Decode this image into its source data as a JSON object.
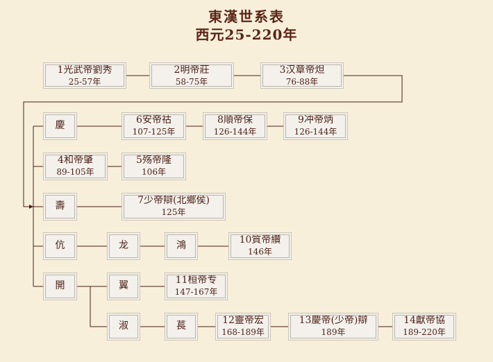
{
  "title": "東漢世系表",
  "subtitle": "西元25-220年",
  "nodes": {
    "guangwu": {
      "name": "1光武帝劉秀",
      "years": "25-57年"
    },
    "ming": {
      "name": "2明帝莊",
      "years": "58-75年"
    },
    "zhang": {
      "name": "3汉章帝炟",
      "years": "76-88年"
    },
    "qing": {
      "name": "慶"
    },
    "an": {
      "name": "6安帝祜",
      "years": "107-125年"
    },
    "shun": {
      "name": "8順帝保",
      "years": "126-144年"
    },
    "chong": {
      "name": "9冲帝炳",
      "years": "126-144年"
    },
    "he": {
      "name": "4和帝肇",
      "years": "89-105年"
    },
    "shang": {
      "name": "5殇帝隆",
      "years": "106年"
    },
    "shou": {
      "name": "壽"
    },
    "shao": {
      "name": "7少帝辯(北鄉侯)",
      "years": "125年"
    },
    "kang": {
      "name": "伉"
    },
    "long": {
      "name": "龙"
    },
    "hong": {
      "name": "鴻"
    },
    "zhi": {
      "name": "10質帝纘",
      "years": "146年"
    },
    "kai": {
      "name": "開"
    },
    "yi": {
      "name": "翼"
    },
    "huan": {
      "name": "11桓帝专",
      "years": "147-167年"
    },
    "shu": {
      "name": "淑"
    },
    "chang": {
      "name": "萇"
    },
    "ling": {
      "name": "12靈帝宏",
      "years": "168-189年"
    },
    "shaobian": {
      "name": "13慶帝(少帝)辯",
      "years": "189年"
    },
    "xian": {
      "name": "14獻帝協",
      "years": "189-220年"
    }
  }
}
